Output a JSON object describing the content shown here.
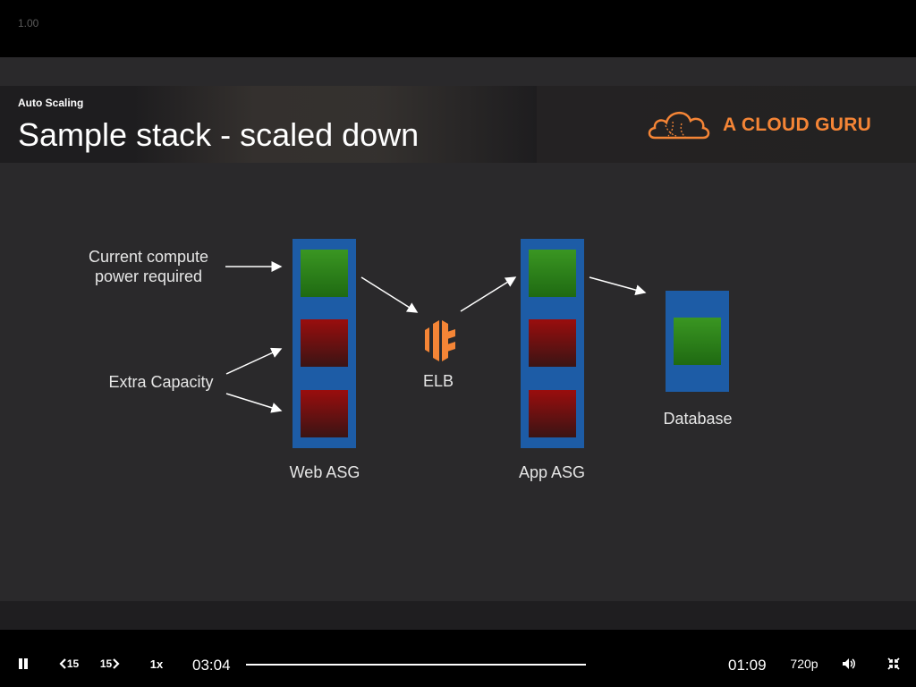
{
  "player": {
    "speed_overlay": "1.00",
    "current_time": "03:04",
    "remaining_time": "01:09",
    "playback_rate": "1x",
    "quality": "720p",
    "rewind_label": "15",
    "forward_label": "15",
    "progress": 1.0
  },
  "slide": {
    "section": "Auto Scaling",
    "title": "Sample stack - scaled down",
    "logo_text": "A CLOUD GURU"
  },
  "diagram": {
    "label_current_line1": "Current compute",
    "label_current_line2": "power required",
    "label_extra": "Extra Capacity",
    "web_asg": "Web ASG",
    "elb": "ELB",
    "app_asg": "App ASG",
    "database": "Database"
  },
  "colors": {
    "accent": "#f58536",
    "asg_blue": "#1d5ca6",
    "instance_green": "#2f8a1c",
    "instance_red": "#8a1010",
    "slide_bg": "#2a292b"
  },
  "icons": {
    "pause": "pause-icon",
    "rewind": "rewind-15-icon",
    "forward": "forward-15-icon",
    "volume": "volume-icon",
    "fullscreen": "exit-fullscreen-icon",
    "elb": "elb-icon",
    "logo": "cloud-logo-icon"
  }
}
